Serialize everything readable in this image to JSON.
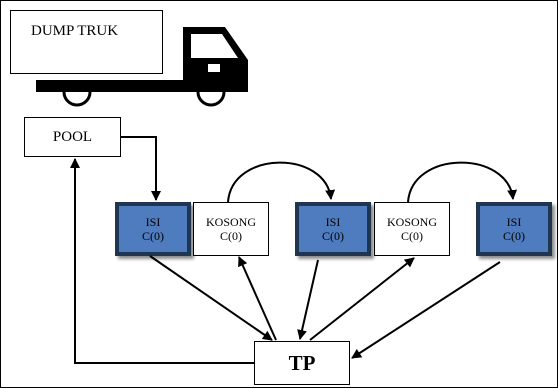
{
  "diagram": {
    "title": "DUMP TRUK",
    "pool_label": "POOL",
    "tp_label": "TP",
    "nodes": [
      {
        "id": "isi-1",
        "type": "ISI",
        "value": "C(0)",
        "state": "full"
      },
      {
        "id": "kosong-1",
        "type": "KOSONG",
        "value": "C(0)",
        "state": "empty"
      },
      {
        "id": "isi-2",
        "type": "ISI",
        "value": "C(0)",
        "state": "full"
      },
      {
        "id": "kosong-2",
        "type": "KOSONG",
        "value": "C(0)",
        "state": "empty"
      },
      {
        "id": "isi-3",
        "type": "ISI",
        "value": "C(0)",
        "state": "full"
      }
    ],
    "colors": {
      "full_fill": "#4f7bbf",
      "full_border": "#1f3550",
      "line": "#000000"
    },
    "icons": [
      "dump-truck-icon"
    ]
  }
}
